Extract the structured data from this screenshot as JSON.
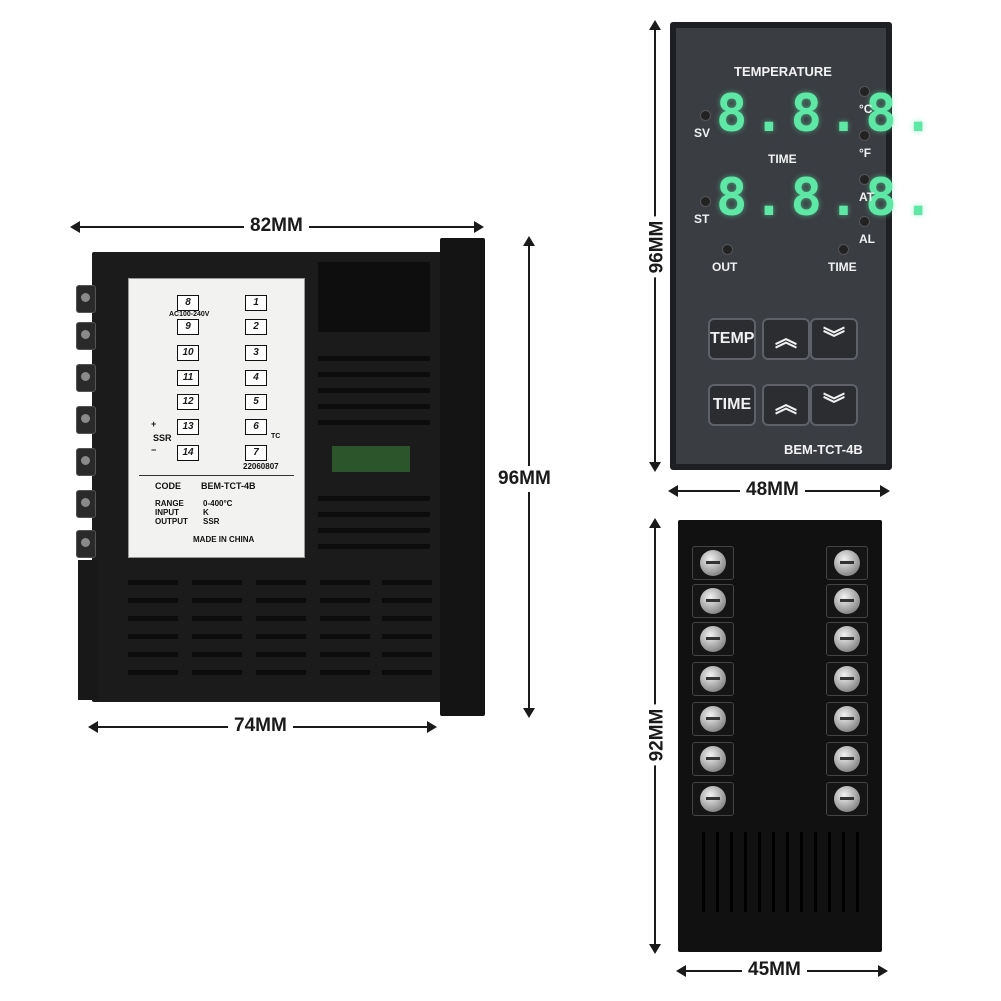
{
  "dimensions": {
    "side_width_top": "82MM",
    "side_height": "96MM",
    "side_width_bottom": "74MM",
    "front_height": "96MM",
    "front_width": "48MM",
    "rear_height": "92MM",
    "rear_width": "45MM"
  },
  "label_card": {
    "pins_left": [
      "8",
      "9",
      "10",
      "11",
      "12",
      "13",
      "14"
    ],
    "pins_right": [
      "1",
      "2",
      "3",
      "4",
      "5",
      "6",
      "7"
    ],
    "power": "AC100-240V",
    "ssr": "SSR",
    "plus": "+",
    "minus": "−",
    "tc": "TC",
    "serial": "22060807",
    "code_label": "CODE",
    "code_value": "BEM-TCT-4B",
    "range_label": "RANGE",
    "range_value": "0-400°C",
    "input_label": "INPUT",
    "input_value": "K",
    "output_label": "OUTPUT",
    "output_value": "SSR",
    "made_in": "MADE IN CHINA"
  },
  "front_panel": {
    "title": "TEMPERATURE",
    "display_top": "8.8.8.",
    "display_bottom": "8.8.8.",
    "sv": "SV",
    "st": "ST",
    "time_mid": "TIME",
    "celsius": "°C",
    "fahrenheit": "°F",
    "at": "AT",
    "al": "AL",
    "out": "OUT",
    "time_led": "TIME",
    "btn_temp": "TEMP",
    "btn_time": "TIME",
    "up_glyph": "︽",
    "down_glyph": "︾",
    "model": "BEM-TCT-4B"
  },
  "colors": {
    "display_green": "#5de8a5",
    "panel_gray": "#3a3d42"
  }
}
